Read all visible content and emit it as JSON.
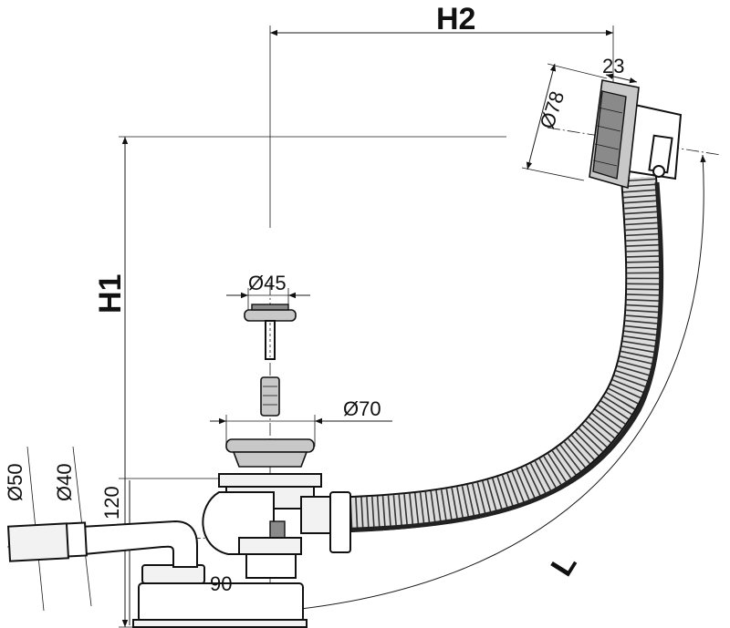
{
  "dimensions": {
    "h2": "H2",
    "h1": "H1",
    "l": "L",
    "d23": "23",
    "d78": "Ø78",
    "d45": "Ø45",
    "d70": "Ø70",
    "d50": "Ø50",
    "d40": "Ø40",
    "d120": "120",
    "d90": "90"
  },
  "colors": {
    "line": "#111111",
    "metal": "#c8c8c8",
    "part": "#f2f2f2"
  }
}
